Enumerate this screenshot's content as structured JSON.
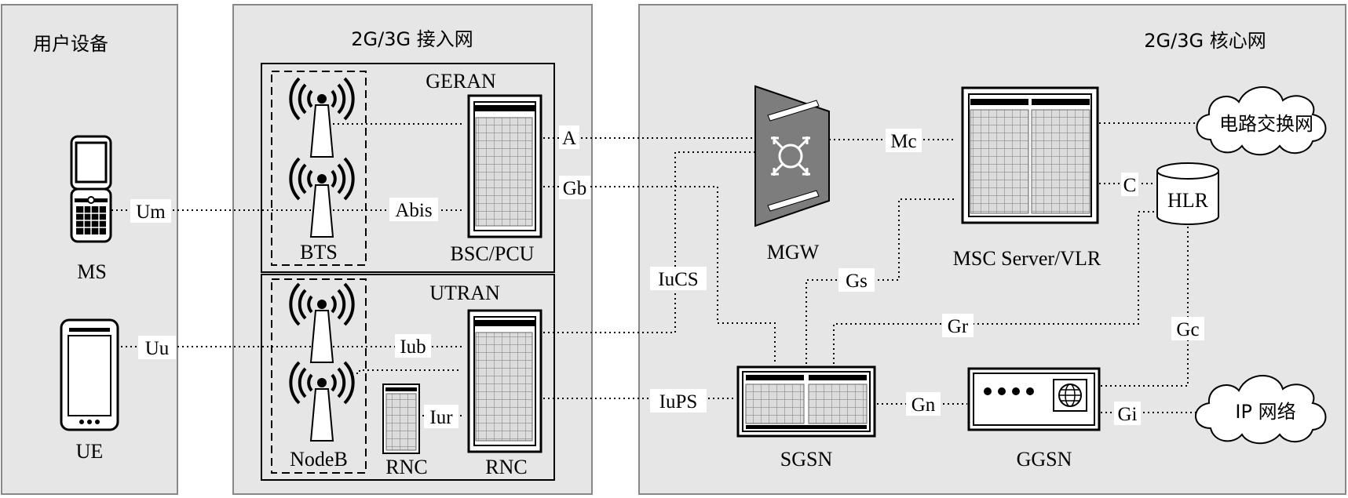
{
  "regions": {
    "ue_region": "用户设备",
    "access_region": "2G/3G 接入网",
    "core_region": "2G/3G 核心网"
  },
  "subnets": {
    "geran": "GERAN",
    "utran": "UTRAN"
  },
  "devices": {
    "ms": "MS",
    "ue": "UE",
    "bts": "BTS",
    "bsc_pcu": "BSC/PCU",
    "nodeb": "NodeB",
    "rnc_small": "RNC",
    "rnc_main": "RNC",
    "mgw": "MGW",
    "msc": "MSC Server/VLR",
    "hlr": "HLR",
    "sgsn": "SGSN",
    "ggsn": "GGSN"
  },
  "networks": {
    "cs_network": "电路交换网",
    "ip_network": "IP 网络"
  },
  "interfaces": {
    "um": "Um",
    "uu": "Uu",
    "abis": "Abis",
    "iub": "Iub",
    "iur": "Iur",
    "a": "A",
    "gb": "Gb",
    "iucs": "IuCS",
    "iups": "IuPS",
    "mc": "Mc",
    "c": "C",
    "gs": "Gs",
    "gr": "Gr",
    "gc": "Gc",
    "gn": "Gn",
    "gi": "Gi"
  }
}
